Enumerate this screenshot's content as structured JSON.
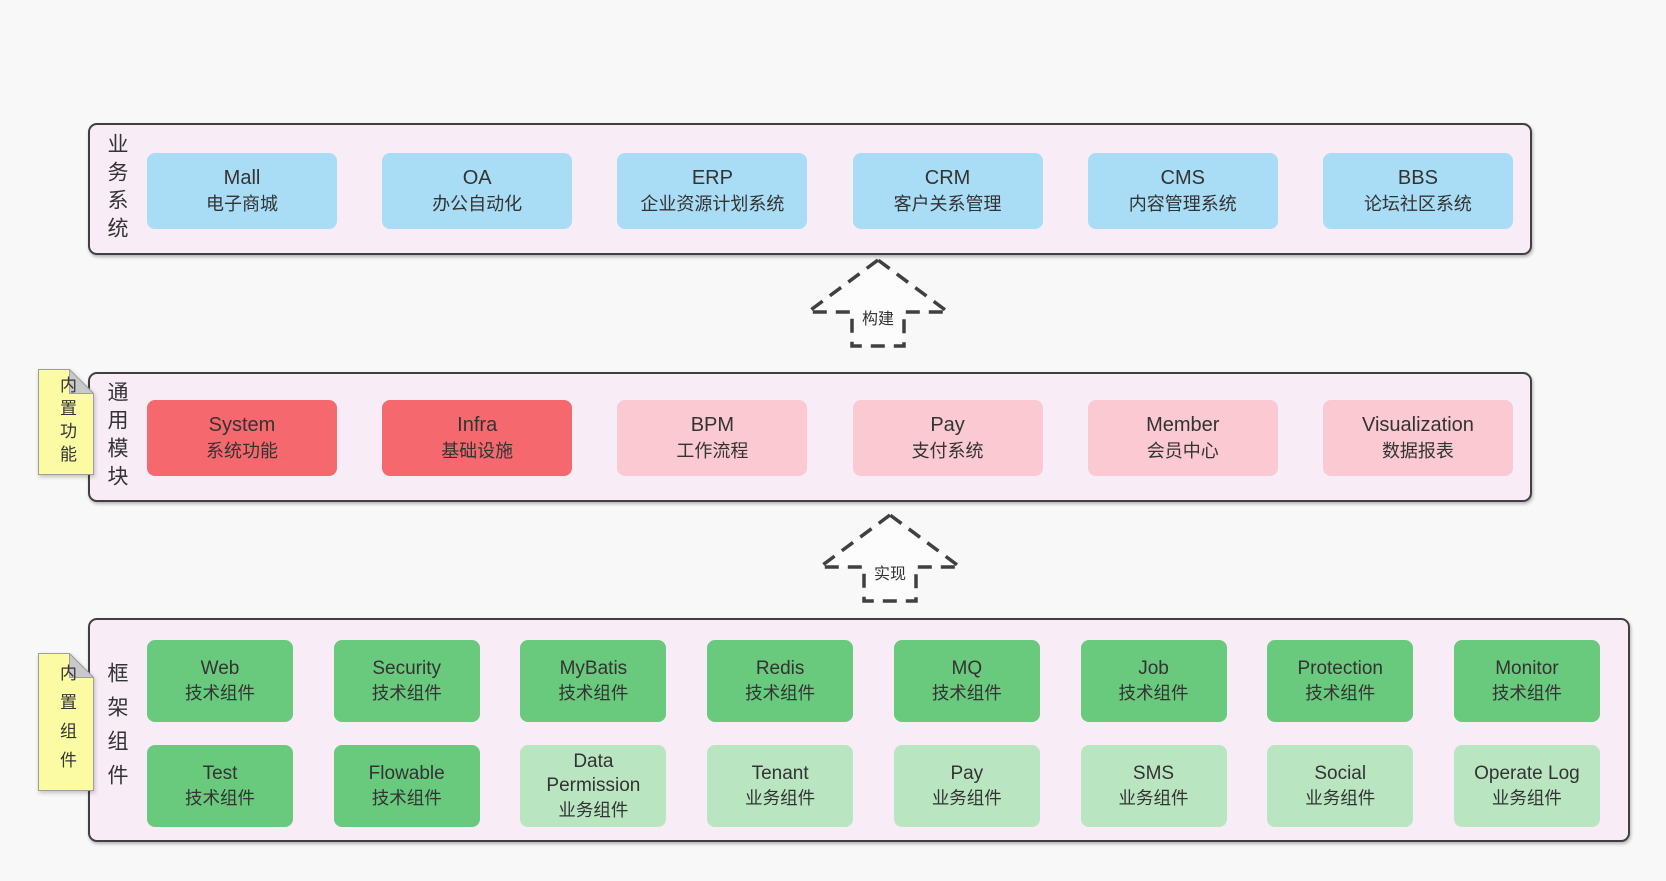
{
  "palette": {
    "page-bg": "#f8f8f8",
    "band-bg": "#f8edf6",
    "line": "#404040",
    "text": "#333333",
    "blue": "#a9dcf5",
    "red": "#f5696e",
    "pink": "#fbc9d2",
    "green": "#69c97d",
    "green-light": "#b9e6c1",
    "arrow-fill": "#fcfcfc",
    "sticky-fill": "#fbfba4",
    "sticky-fold": "#c9c9c9",
    "sticky-border": "#9e9e9e"
  },
  "arrows": [
    {
      "label": "构建"
    },
    {
      "label": "实现"
    }
  ],
  "bands": [
    {
      "label": "业务系统",
      "boxes": [
        {
          "title": "Mall",
          "subtitle": "电子商城",
          "variant": "blue"
        },
        {
          "title": "OA",
          "subtitle": "办公自动化",
          "variant": "blue"
        },
        {
          "title": "ERP",
          "subtitle": "企业资源计划系统",
          "variant": "blue"
        },
        {
          "title": "CRM",
          "subtitle": "客户关系管理",
          "variant": "blue"
        },
        {
          "title": "CMS",
          "subtitle": "内容管理系统",
          "variant": "blue"
        },
        {
          "title": "BBS",
          "subtitle": "论坛社区系统",
          "variant": "blue"
        }
      ]
    },
    {
      "label": "通用模块",
      "sticky": "内置功能",
      "boxes": [
        {
          "title": "System",
          "subtitle": "系统功能",
          "variant": "red"
        },
        {
          "title": "Infra",
          "subtitle": "基础设施",
          "variant": "red"
        },
        {
          "title": "BPM",
          "subtitle": "工作流程",
          "variant": "pink"
        },
        {
          "title": "Pay",
          "subtitle": "支付系统",
          "variant": "pink"
        },
        {
          "title": "Member",
          "subtitle": "会员中心",
          "variant": "pink"
        },
        {
          "title": "Visualization",
          "subtitle": "数据报表",
          "variant": "pink"
        }
      ]
    },
    {
      "label": "框架组件",
      "sticky": "内置组件",
      "rows": [
        {
          "boxes": [
            {
              "title": "Web",
              "subtitle": "技术组件",
              "variant": "green"
            },
            {
              "title": "Security",
              "subtitle": "技术组件",
              "variant": "green"
            },
            {
              "title": "MyBatis",
              "subtitle": "技术组件",
              "variant": "green"
            },
            {
              "title": "Redis",
              "subtitle": "技术组件",
              "variant": "green"
            },
            {
              "title": "MQ",
              "subtitle": "技术组件",
              "variant": "green"
            },
            {
              "title": "Job",
              "subtitle": "技术组件",
              "variant": "green"
            },
            {
              "title": "Protection",
              "subtitle": "技术组件",
              "variant": "green"
            },
            {
              "title": "Monitor",
              "subtitle": "技术组件",
              "variant": "green"
            }
          ]
        },
        {
          "boxes": [
            {
              "title": "Test",
              "subtitle": "技术组件",
              "variant": "green"
            },
            {
              "title": "Flowable",
              "subtitle": "技术组件",
              "variant": "green"
            },
            {
              "title": "Data Permission",
              "subtitle": "业务组件",
              "variant": "green-light"
            },
            {
              "title": "Tenant",
              "subtitle": "业务组件",
              "variant": "green-light"
            },
            {
              "title": "Pay",
              "subtitle": "业务组件",
              "variant": "green-light"
            },
            {
              "title": "SMS",
              "subtitle": "业务组件",
              "variant": "green-light"
            },
            {
              "title": "Social",
              "subtitle": "业务组件",
              "variant": "green-light"
            },
            {
              "title": "Operate Log",
              "subtitle": "业务组件",
              "variant": "green-light"
            }
          ]
        }
      ]
    }
  ]
}
